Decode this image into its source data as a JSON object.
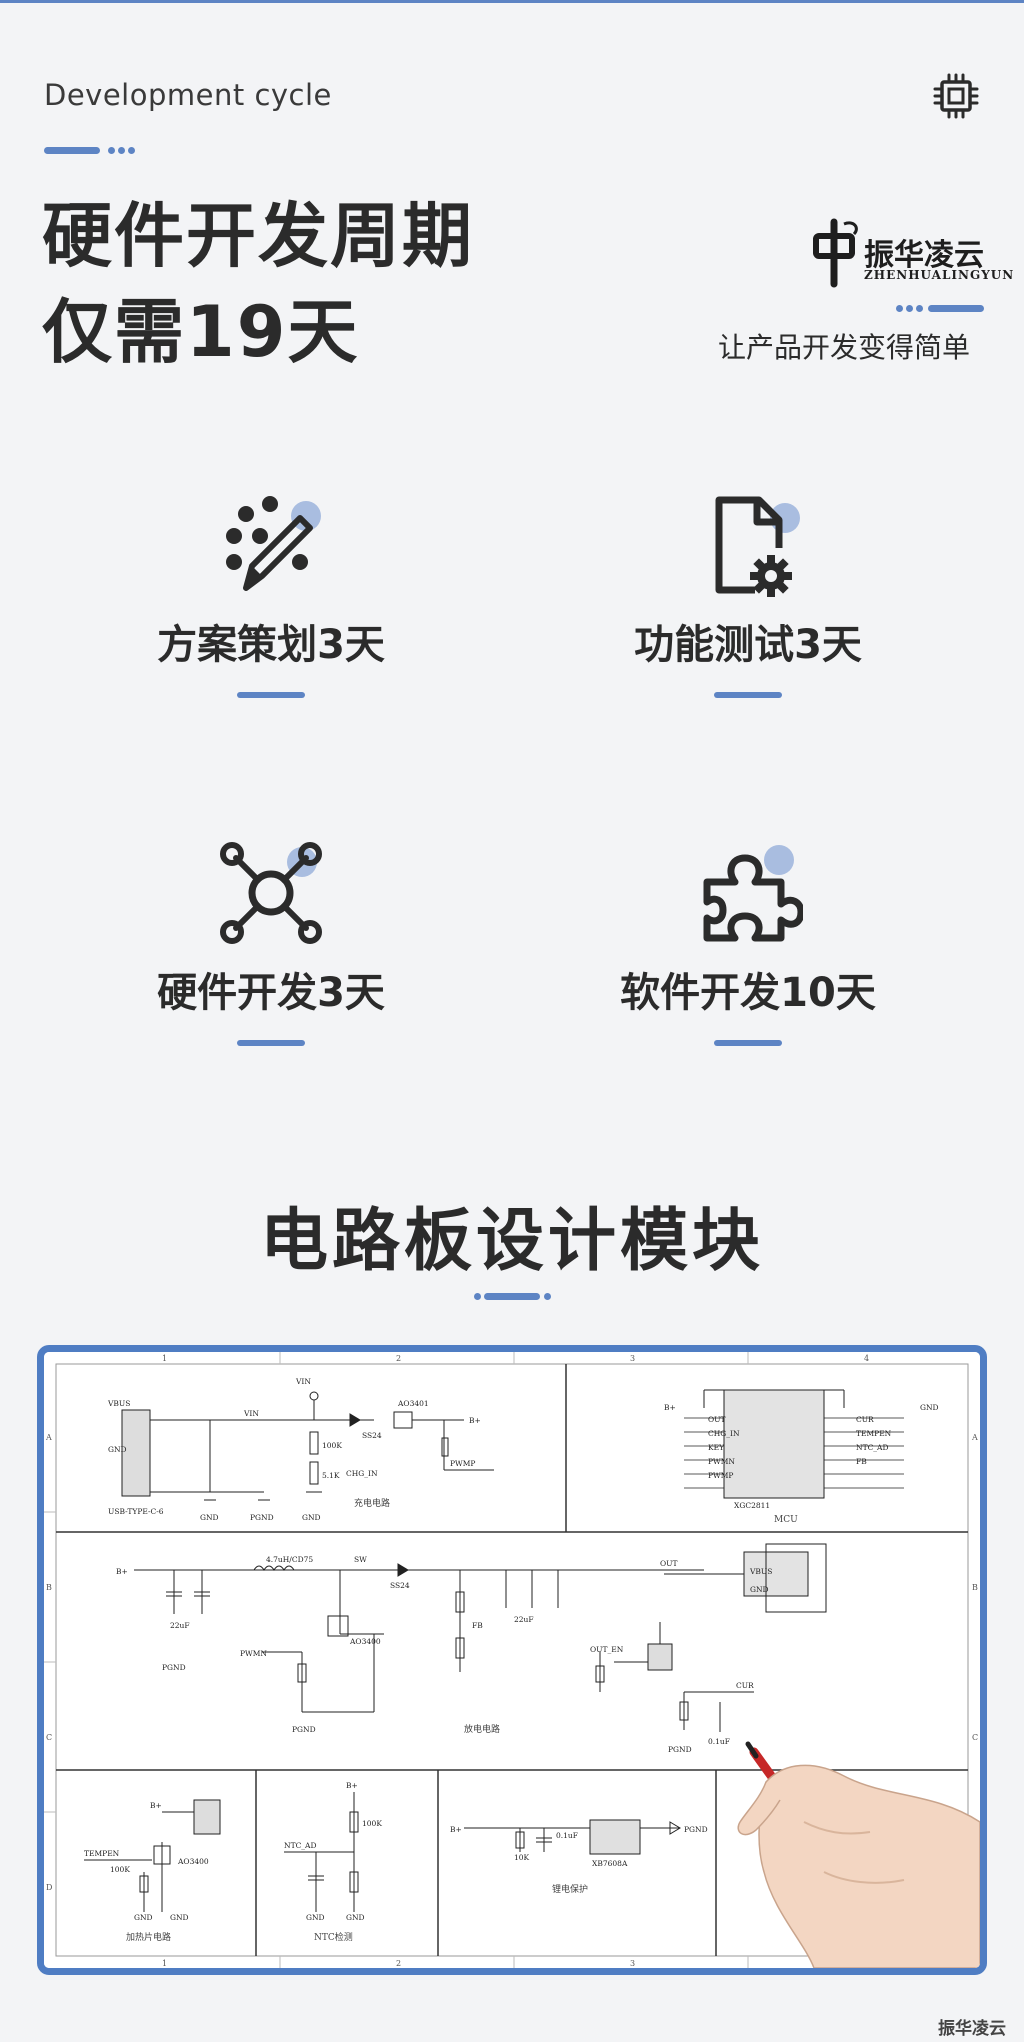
{
  "header": {
    "section_label": "Development cycle",
    "headline_line1": "硬件开发周期",
    "headline_line2": "仅需19天"
  },
  "brand": {
    "name_cn": "振华凌云",
    "name_en": "ZHENHUALINGYUN",
    "tagline": "让产品开发变得简单",
    "footer_name": "振华凌云",
    "accent_color": "#5d84c4",
    "border_color": "#4f7dc3"
  },
  "features": [
    {
      "label": "方案策划3天",
      "icon": "pencil-dots-icon"
    },
    {
      "label": "功能测试3天",
      "icon": "document-gear-icon"
    },
    {
      "label": "硬件开发3天",
      "icon": "network-nodes-icon"
    },
    {
      "label": "软件开发10天",
      "icon": "puzzle-piece-icon"
    }
  ],
  "module_section": {
    "title": "电路板设计模块"
  },
  "schematic": {
    "col_numbers": [
      "1",
      "2",
      "3",
      "4"
    ],
    "row_letters": [
      "A",
      "B",
      "C",
      "D"
    ],
    "blocks": {
      "usb": "USB-TYPE-C-6",
      "charge": "充电电路",
      "mcu_chip": "XGC2811",
      "mcu": "MCU",
      "discharge": "放电电路",
      "heater": "加热片电路",
      "ntc": "NTC检测",
      "battery": "锂电保护",
      "battery_chip": "XB7608A"
    },
    "net_labels": {
      "vin": "VIN",
      "vbus": "VBUS",
      "gnd": "GND",
      "pgnd": "PGND",
      "b_plus": "B+",
      "chg_in": "CHG_IN",
      "pwmp": "PWMP",
      "pwmn": "PWMN",
      "out": "OUT",
      "ntc_ad": "NTC_AD",
      "tempen": "TEMPEN",
      "out_en": "OUT_EN",
      "fb": "FB",
      "sw": "SW",
      "cur": "CUR",
      "key": "KEY"
    },
    "parts": {
      "mos": "AO3400",
      "mos_p": "AO3401",
      "diode": "SS24",
      "inductor": "4.7uH/CD75",
      "cap22": "22uF",
      "cap01": "0.1uF",
      "r100k": "100K",
      "r51k": "5.1K",
      "r10k": "10K"
    }
  }
}
